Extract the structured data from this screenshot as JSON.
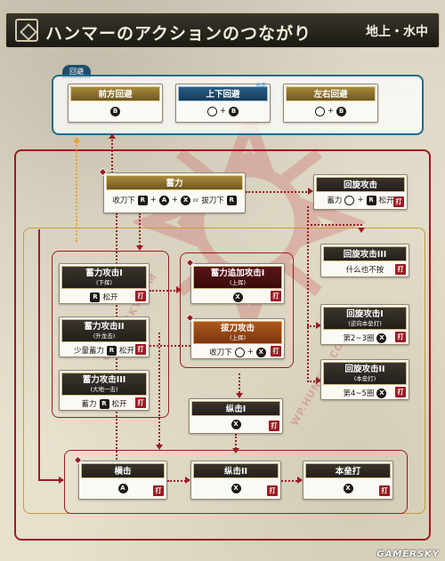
{
  "header": {
    "title": "ハンマーのアクションのつながり",
    "environment": "地上・水中"
  },
  "colors": {
    "frame_red": "#9b1c22",
    "evade_blue": "#1d6a8c",
    "gold_line": "#c99b3a",
    "header_dark": "#231f1a"
  },
  "evade": {
    "tag": "回避",
    "front": {
      "title": "前方回避",
      "button": "B"
    },
    "updown": {
      "title": "上下回避",
      "note": "水中",
      "stick": "",
      "plus": "+",
      "button": "B"
    },
    "leftright": {
      "title": "左右回避",
      "plus": "+",
      "button": "B"
    }
  },
  "charge": {
    "title": "蓄力",
    "sheathed_label": "收刀下",
    "r": "R",
    "plus1": "+",
    "a": "A",
    "plus2": "+",
    "x": "X",
    "or": "or",
    "drawn_label": "拔刀下",
    "r2": "R"
  },
  "charge1": {
    "title": "蓄力攻击I",
    "sub": "(下挥)",
    "r": "R",
    "action": "松开",
    "hit": "打"
  },
  "charge2": {
    "title": "蓄力攻击II",
    "sub": "(升龙击)",
    "label": "少量蓄力",
    "r": "R",
    "action": "松开",
    "hit": "打"
  },
  "charge3": {
    "title": "蓄力攻击III",
    "sub": "(大地一击)",
    "label": "蓄力",
    "r": "R",
    "action": "松开",
    "hit": "打"
  },
  "charge_add": {
    "title": "蓄力追加攻击I",
    "sub": "(上挥)",
    "button": "X",
    "hit": "打"
  },
  "draw_attack": {
    "title": "拔刀攻击",
    "sub": "(上挥)",
    "label": "收刀下",
    "plus": "+",
    "button": "X",
    "hit": "打"
  },
  "spin": {
    "title": "回旋攻击",
    "label": "蓄力",
    "plus": "+",
    "r": "R",
    "action": "松开",
    "hit": "打"
  },
  "spin3": {
    "title": "回旋攻击III",
    "label": "什么也不按",
    "hit": "打"
  },
  "spin1": {
    "title": "回旋攻击I",
    "sub": "(逆向本垒打)",
    "label": "第2~3圈",
    "button": "X",
    "hit": "打"
  },
  "spin2": {
    "title": "回旋攻击II",
    "sub": "(本垒打)",
    "label": "第4~5圈",
    "button": "X",
    "hit": "打"
  },
  "vert1": {
    "title": "纵击I",
    "button": "X",
    "hit": "打"
  },
  "side": {
    "title": "横击",
    "button": "A",
    "hit": "打"
  },
  "vert2": {
    "title": "纵击II",
    "button": "X",
    "hit": "打"
  },
  "homerun": {
    "title": "本垒打",
    "button": "X",
    "hit": "打"
  },
  "watermark": {
    "left": "GAMERSKY.COM",
    "right": "WP.HUNTER.COM"
  },
  "footer": "GAMERSKY"
}
